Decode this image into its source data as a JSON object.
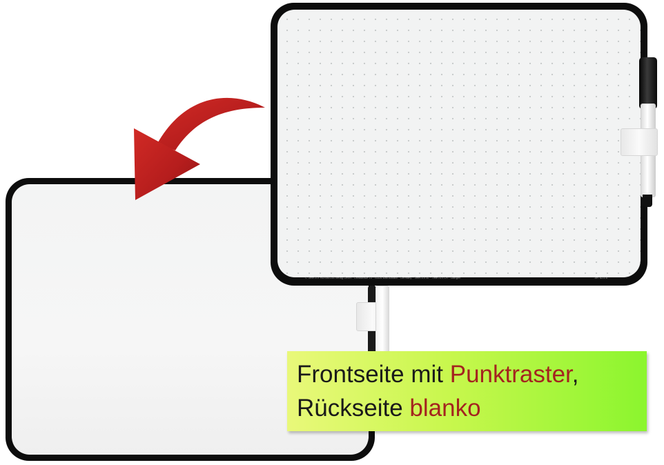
{
  "caption": {
    "line1_prefix": "Frontseite mit ",
    "line1_highlight": "Punktraster",
    "line1_suffix": ",",
    "line2_prefix": "Rückseite ",
    "line2_highlight": "blanko"
  },
  "front_board": {
    "footer_text": "© TimeTEX HERMEDIA Verlag GmbH · Landstraße 10 · 93326 Bad Abbach · Germany · TimeTEX AT · TimeTEX CH · Stangen",
    "footer_code": "Art. 62378"
  },
  "icons": {
    "arrow": "curved-arrow-icon",
    "marker": "marker-pen-icon"
  },
  "colors": {
    "arrow": "#b51d1d",
    "highlight_text": "#a4241f",
    "caption_gradient_start": "#e9f87a",
    "caption_gradient_end": "#8bf52e",
    "frame": "#0d0d0d"
  }
}
